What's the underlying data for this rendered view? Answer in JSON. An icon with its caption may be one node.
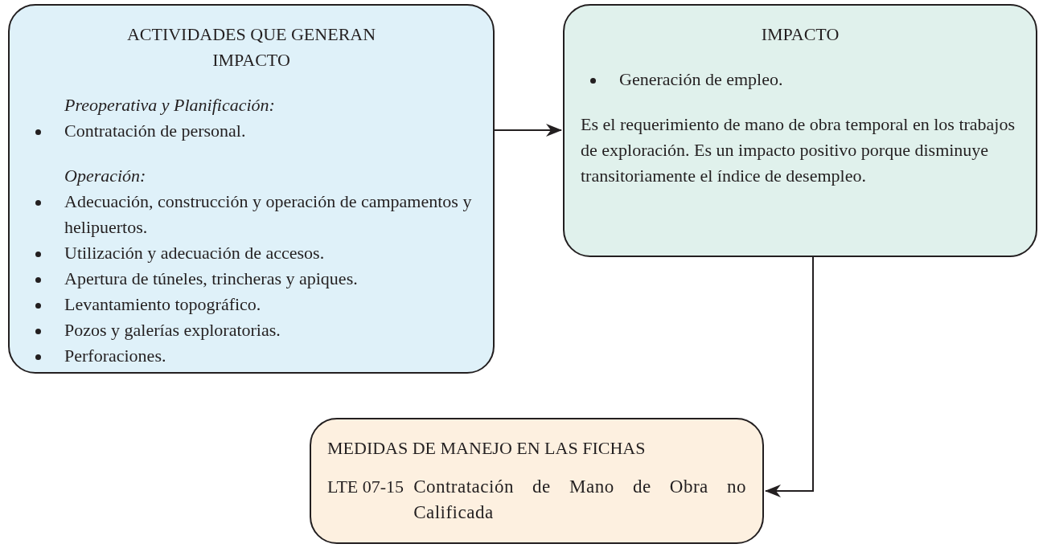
{
  "diagram": {
    "nodes": [
      {
        "text": [
          "ACTIVIDADES QUE GENERAN IMPACTO",
          "Preoperativa y Planificación:",
          "Contratación de personal.",
          "Operación:",
          "Adecuación, construcción y operación de campamentos y helipuertos.",
          "Utilización y adecuación de accesos.",
          "Apertura de túneles, trincheras y apiques.",
          "Levantamiento topográfico.",
          "Pozos y galerías exploratorias.",
          "Perforaciones."
        ]
      },
      {
        "text": [
          "IMPACTO",
          "Generación de empleo.",
          "Es el requerimiento de mano de obra temporal en los trabajos de exploración. Es un impacto positivo porque disminuye transitoriamente el índice de desempleo."
        ]
      },
      {
        "text": [
          "MEDIDAS DE MANEJO EN LAS FICHAS",
          "LTE 07-15",
          "Contratación de Mano de Obra no Calificada"
        ]
      }
    ],
    "edges": [
      {
        "from": 0,
        "to": 1,
        "arrow": "to"
      },
      {
        "from": 1,
        "to": 2,
        "arrow": "to"
      }
    ]
  }
}
